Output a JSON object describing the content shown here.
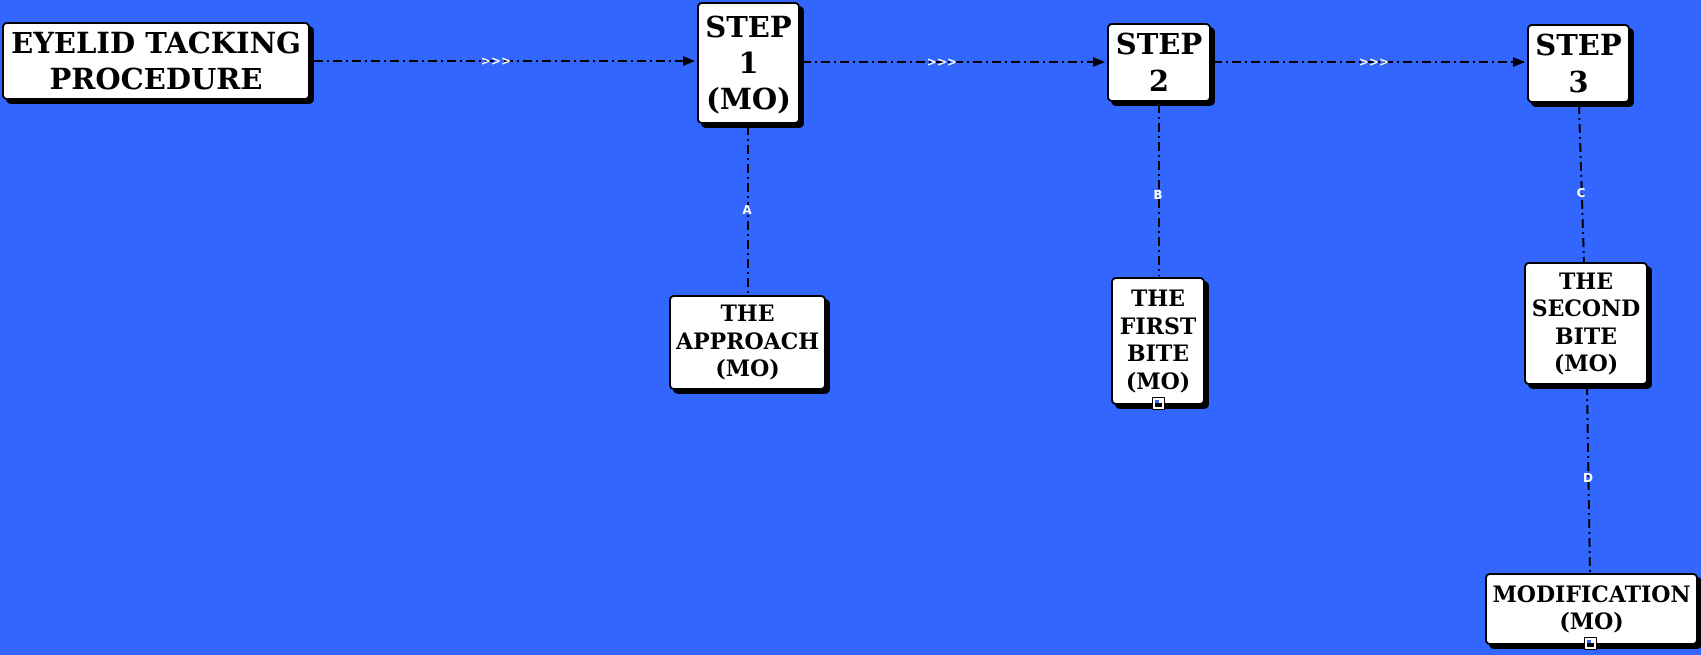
{
  "diagram": {
    "title_node": "EYELID TACKING\nPROCEDURE",
    "steps": [
      {
        "label": "STEP\n1\n(MO)"
      },
      {
        "label": "STEP\n2"
      },
      {
        "label": "STEP\n3"
      }
    ],
    "sub_nodes": [
      {
        "label": "THE\nAPPROACH\n(MO)"
      },
      {
        "label": "THE\nFIRST\nBITE\n(MO)"
      },
      {
        "label": "THE\nSECOND\nBITE\n(MO)"
      },
      {
        "label": "MODIFICATION\n(MO)"
      }
    ],
    "connector_labels": [
      ">>>",
      ">>>",
      ">>>"
    ],
    "edge_labels": [
      "A",
      "B",
      "C",
      "D"
    ],
    "colors": {
      "background": "#3366ff",
      "node_fill": "#ffffff",
      "node_border": "#000000",
      "line": "#000000",
      "edge_text": "#ffffff"
    },
    "icons": [
      "note-icon"
    ]
  }
}
